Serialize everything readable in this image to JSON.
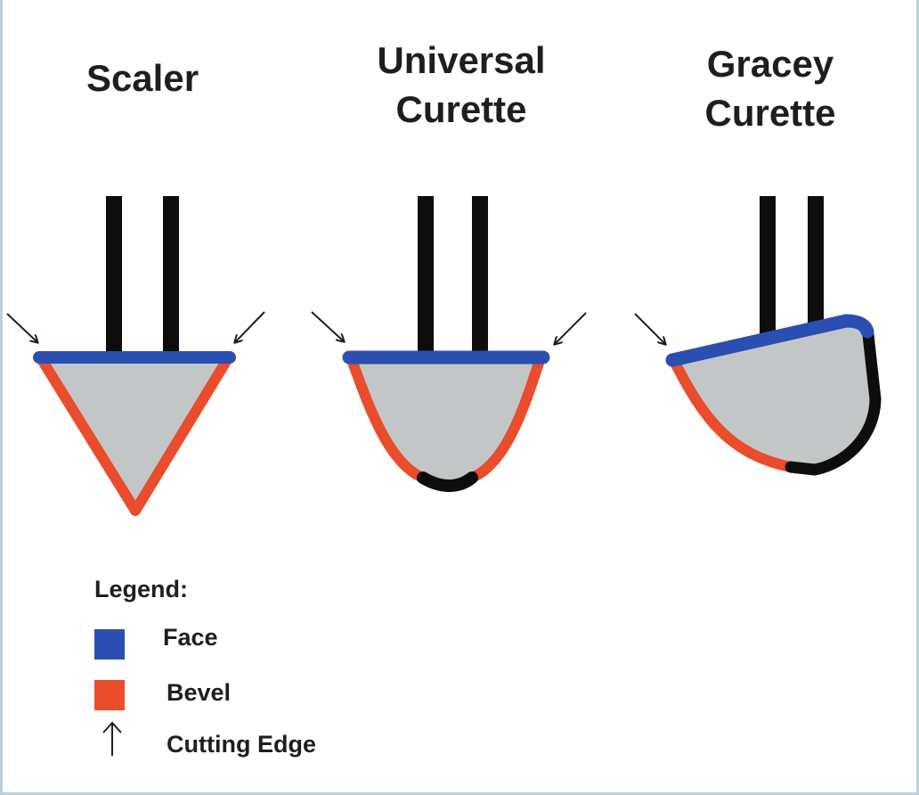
{
  "titles": {
    "scaler": "Scaler",
    "universal": "Universal\nCurette",
    "gracey": "Gracey\nCurette"
  },
  "legend": {
    "title": "Legend:",
    "items": [
      {
        "label": "Face",
        "color": "#2a4fb0",
        "icon": "blue-square"
      },
      {
        "label": "Bevel",
        "color": "#ea4c2c",
        "icon": "red-square"
      },
      {
        "label": "Cutting Edge",
        "icon": "up-arrow-icon"
      }
    ]
  },
  "colors": {
    "face": "#2a4fb0",
    "bevel": "#ea4c2c",
    "fill": "#c2c6c6",
    "shank": "#0d0d0d",
    "arrow": "#1e1e1e",
    "frame": "#b9d2de"
  }
}
